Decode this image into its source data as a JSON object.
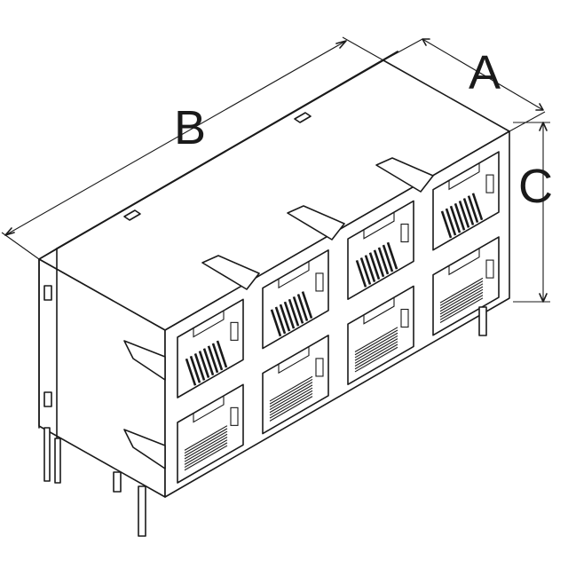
{
  "dimensions": {
    "a": "A",
    "b": "B",
    "c": "C"
  },
  "colors": {
    "line": "#1a1a1a",
    "background": "#ffffff"
  }
}
